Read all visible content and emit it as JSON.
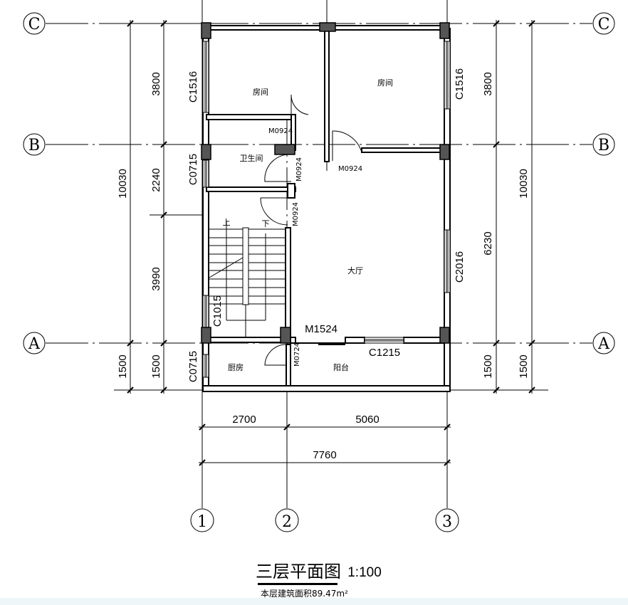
{
  "axes": {
    "rows": [
      "C",
      "B",
      "A"
    ],
    "cols": [
      "1",
      "2",
      "3"
    ]
  },
  "dims": {
    "left_outer": "10030",
    "left_3800": "3800",
    "left_2240": "2240",
    "left_3990": "3990",
    "left_1500a": "1500",
    "left_1500b": "1500",
    "right_3800": "3800",
    "right_6230": "6230",
    "right_10030": "10030",
    "right_1500a": "1500",
    "right_1500b": "1500",
    "bottom_2700": "2700",
    "bottom_5060": "5060",
    "bottom_7760": "7760"
  },
  "rooms": {
    "bedroom1": "房间",
    "bedroom2": "房间",
    "bathroom": "卫生间",
    "living": "大厅",
    "kitchen": "厨房",
    "balcony": "阳台",
    "up": "上",
    "down": "下"
  },
  "openings": {
    "c1516_left": "C1516",
    "c1516_right": "C1516",
    "c0715_upper": "C0715",
    "c0715_lower": "C0715",
    "c1015": "C1015",
    "c2016": "C2016",
    "c1215": "C1215",
    "m1524": "M1524",
    "m0924_a": "M0924",
    "m0924_b": "M0924",
    "m0924_c": "M0924",
    "m0924_d": "M0924",
    "m0724": "M0724"
  },
  "title": {
    "name": "三层平面图",
    "scale": "1:100",
    "area": "本层建筑面积89.47m²"
  }
}
